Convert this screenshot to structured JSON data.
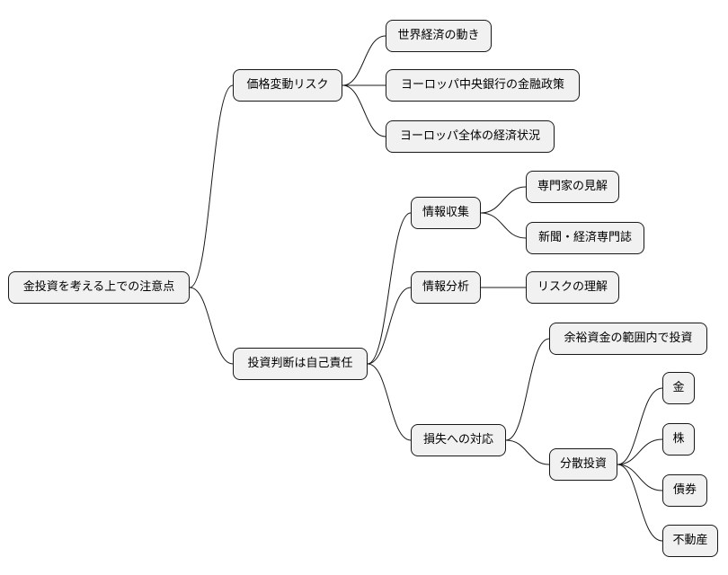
{
  "mindmap": {
    "root": "金投資を考える上での注意点",
    "price_risk": {
      "label": "価格変動リスク",
      "children": [
        "世界経済の動き",
        "ヨーロッパ中央銀行の金融政策",
        "ヨーロッパ全体の経済状況"
      ]
    },
    "responsibility": {
      "label": "投資判断は自己責任",
      "info_collect": {
        "label": "情報収集",
        "children": [
          "専門家の見解",
          "新聞・経済専門誌"
        ]
      },
      "info_analysis": {
        "label": "情報分析",
        "children": [
          "リスクの理解"
        ]
      },
      "loss": {
        "label": "損失への対応",
        "surplus": "余裕資金の範囲内で投資",
        "diversify": {
          "label": "分散投資",
          "children": [
            "金",
            "株",
            "債券",
            "不動産"
          ]
        }
      }
    }
  }
}
